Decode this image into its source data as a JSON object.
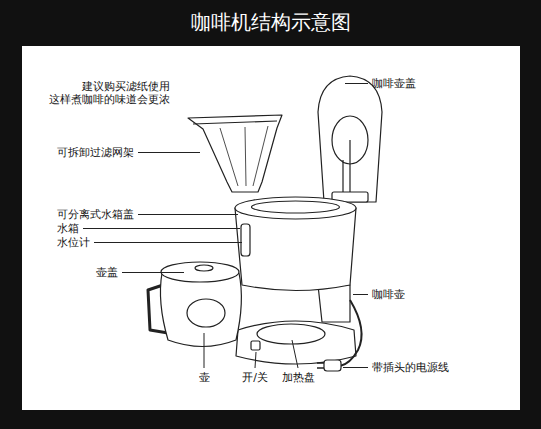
{
  "diagram": {
    "title": "咖啡机结构示意图",
    "labels": [
      "建议购买滤纸使用 这样煮咖啡的味道会更浓",
      "可拆卸过滤网架",
      "可分离式水箱盖",
      "水箱",
      "水位计",
      "壶盖",
      "壶",
      "开/关",
      "加热盘",
      "咖啡壶盖",
      "咖啡壶",
      "带插头的电源线"
    ]
  }
}
